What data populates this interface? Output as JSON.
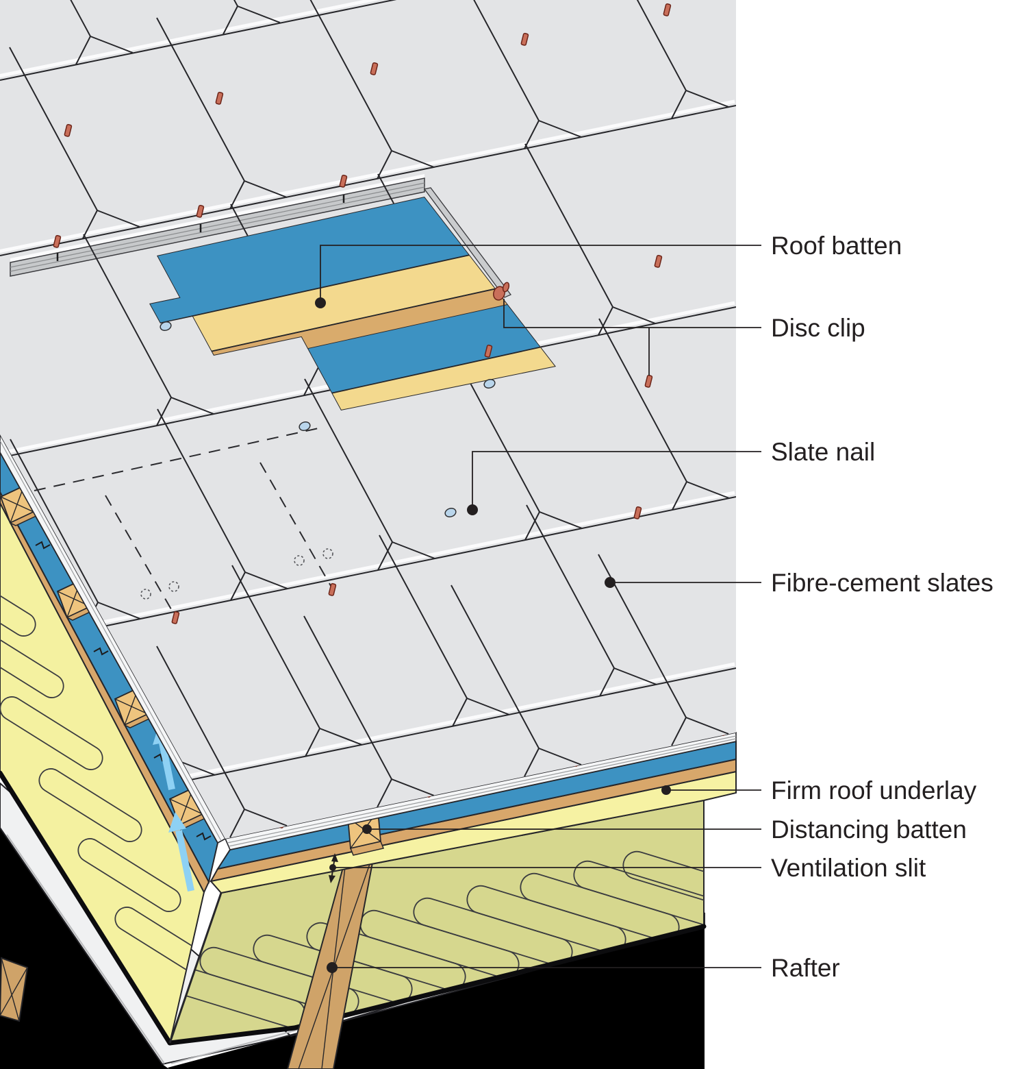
{
  "figure": {
    "description": "Isometric cutaway diagram of a fibre-cement slate roof construction at the eave/verge corner"
  },
  "labels": [
    {
      "id": "roof-batten",
      "text": "Roof batten"
    },
    {
      "id": "disc-clip",
      "text": "Disc clip"
    },
    {
      "id": "slate-nail",
      "text": "Slate nail"
    },
    {
      "id": "fibre-cement-slates",
      "text": "Fibre-cement slates"
    },
    {
      "id": "firm-roof-underlay",
      "text": "Firm roof underlay"
    },
    {
      "id": "distancing-batten",
      "text": "Distancing batten"
    },
    {
      "id": "ventilation-slit",
      "text": "Ventilation slit"
    },
    {
      "id": "rafter",
      "text": "Rafter"
    }
  ],
  "colors": {
    "slate": "#e3e4e6",
    "slate_edge_highlight": "#fbfbfc",
    "underlay_blue": "#3d92c2",
    "roof_batten_yellow": "#f3d98e",
    "batten_face_tan": "#d9ab6c",
    "wood_tan": "#cfa369",
    "insulation_light_yellow": "#f4f1a0",
    "insulation_front_olive": "#d6d78e",
    "ventilation_band": "#f6f2a3",
    "ceiling_board_white": "#f0f1f2",
    "shadow_black": "#000000",
    "disc_clip_salmon": "#c96f5a",
    "slate_nail_blue": "#b9d5eb",
    "airflow_arrow_blue": "#8ed1f4",
    "label_text": "#231f20",
    "grey_bar": "#c7c9cb"
  }
}
